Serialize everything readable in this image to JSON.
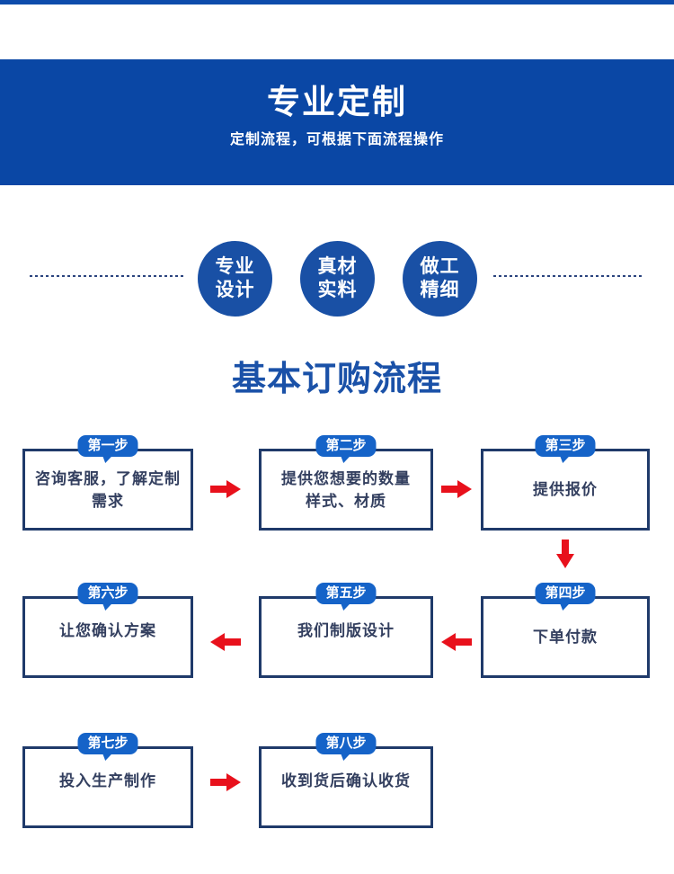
{
  "banner": {
    "title": "专业定制",
    "subtitle": "定制流程，可根据下面流程操作"
  },
  "features": [
    {
      "line1": "专业",
      "line2": "设计"
    },
    {
      "line1": "真材",
      "line2": "实料"
    },
    {
      "line1": "做工",
      "line2": "精细"
    }
  ],
  "section": {
    "title": "基本订购流程"
  },
  "steps": [
    {
      "badge": "第一步",
      "lines": [
        "咨询客服，了解定制",
        "需求"
      ]
    },
    {
      "badge": "第二步",
      "lines": [
        "提供您想要的数量",
        "样式、材质"
      ]
    },
    {
      "badge": "第三步",
      "lines": [
        "提供报价"
      ]
    },
    {
      "badge": "第四步",
      "lines": [
        "下单付款"
      ]
    },
    {
      "badge": "第五步",
      "lines": [
        "我们制版设计"
      ]
    },
    {
      "badge": "第六步",
      "lines": [
        "让您确认方案"
      ]
    },
    {
      "badge": "第七步",
      "lines": [
        "投入生产制作"
      ]
    },
    {
      "badge": "第八步",
      "lines": [
        "收到货后确认收货"
      ]
    }
  ],
  "colors": {
    "banner_blue": "#0a47a5",
    "circle_blue": "#1950a5",
    "badge_blue": "#1563c8",
    "box_border_navy": "#1f3a6a",
    "box_text_navy": "#333f5f",
    "section_title_blue": "#1a51a8",
    "arrow_red": "#e8111c",
    "dash_line_blue": "#2c457f"
  }
}
